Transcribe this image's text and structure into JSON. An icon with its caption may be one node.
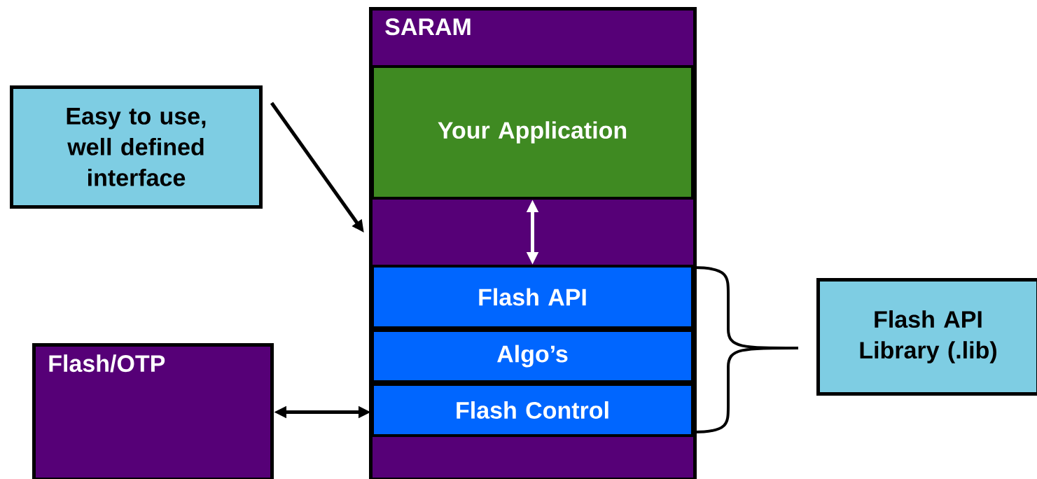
{
  "diagram": {
    "nodes": [
      {
        "text": [
          "SARAM"
        ]
      },
      {
        "text": [
          "Your Application"
        ],
        "in": 0
      },
      {
        "text": [
          "Flash API"
        ],
        "in": 0
      },
      {
        "text": [
          "Algo’s"
        ],
        "in": 0
      },
      {
        "text": [
          "Flash Control"
        ],
        "in": 0
      },
      {
        "text": [
          "Easy to use, well defined interface"
        ]
      },
      {
        "text": [
          "Flash/OTP"
        ]
      },
      {
        "text": [
          "Flash API Library (.lib)"
        ]
      }
    ],
    "edges": [
      {
        "from": 1,
        "to": 2,
        "arrow": "both",
        "color": "#ffffff"
      },
      {
        "from": 5,
        "to": 0,
        "arrow": "to"
      },
      {
        "from": 6,
        "to": 4,
        "arrow": "both"
      }
    ]
  }
}
